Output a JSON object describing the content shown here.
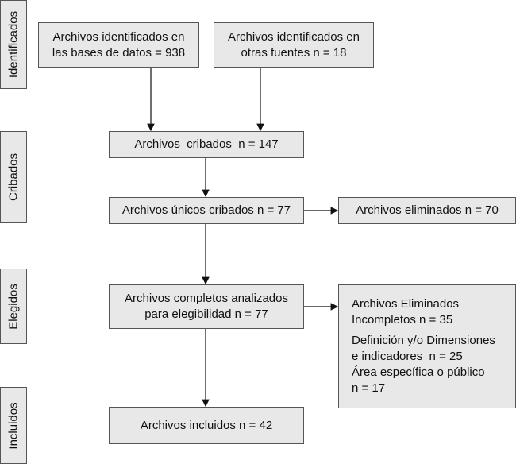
{
  "stages": [
    "Identificados",
    "Cribados",
    "Elegidos",
    "Incluidos"
  ],
  "boxes": {
    "db": [
      "Archivos identificados en",
      "las bases de datos = 938"
    ],
    "other": [
      "Archivos identificados en",
      "otras fuentes n = 18"
    ],
    "screened": "Archivos  cribados  n = 147",
    "unique": "Archivos únicos cribados n = 77",
    "removed": "Archivos eliminados n = 70",
    "eligible": [
      "Archivos completos analizados",
      "para elegibilidad n = 77"
    ],
    "excluded": [
      "Archivos Eliminados",
      "Incompletos n = 35",
      "Definición y/o Dimensiones",
      "e indicadores  n = 25",
      "Área específica o público",
      "n = 17"
    ],
    "included": "Archivos incluidos n = 42"
  },
  "colors": {
    "box_fill": "#e8e8e8",
    "border": "#555555"
  }
}
